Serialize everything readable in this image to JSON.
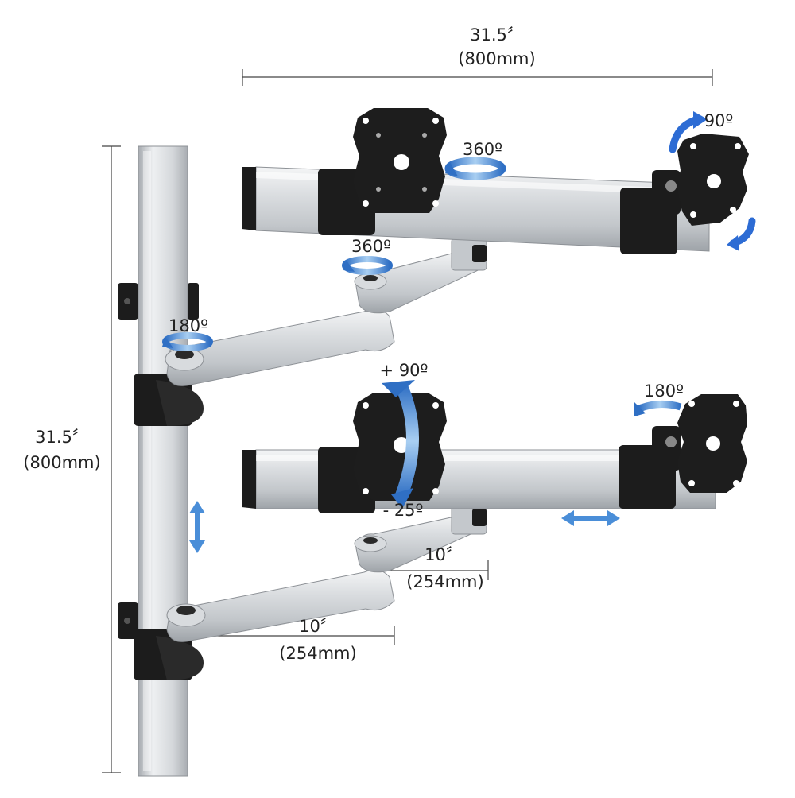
{
  "dimensions": {
    "top_width": {
      "inches": "31.5〞",
      "mm": "(800mm)"
    },
    "pole_height": {
      "inches": "31.5〞",
      "mm": "(800mm)"
    },
    "lower_arm_reach": {
      "inches": "10〞",
      "mm": "(254mm)"
    },
    "upper_arm_reach": {
      "inches": "10〞",
      "mm": "(254mm)"
    }
  },
  "rotations": {
    "top_left_mount": "360º",
    "top_right_mount": "90º",
    "top_arm_joint": "360º",
    "pole_top_joint": "180º",
    "bottom_left_tilt_up": "+ 90º",
    "bottom_left_tilt_down": "- 25º",
    "bottom_right_mount": "180º"
  },
  "colors": {
    "aluminum": "#c9ccd0",
    "bracket": "#1c1c1c",
    "arrow_blue": "#3d86d6",
    "dimension_line": "#444444"
  }
}
